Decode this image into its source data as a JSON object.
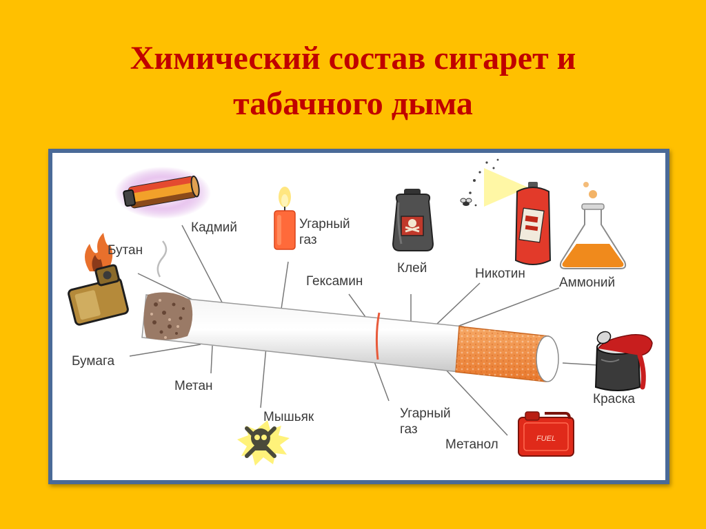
{
  "title": {
    "line1": "Химический состав сигарет и",
    "line2": "табачного дыма"
  },
  "labels": {
    "kadmiy": "Кадмий",
    "ugarny_gaz_top_1": "Угарный",
    "ugarny_gaz_top_2": "газ",
    "butan": "Бутан",
    "geksamin": "Гексамин",
    "kley": "Клей",
    "nikotin": "Никотин",
    "ammoniy": "Аммоний",
    "bumaga": "Бумага",
    "metan": "Метан",
    "myshyak": "Мышьяк",
    "ugarny_gaz_bottom_1": "Угарный",
    "ugarny_gaz_bottom_2": "газ",
    "metanol": "Метанол",
    "kraska": "Краска"
  },
  "icons": [
    "battery-icon",
    "candle-icon",
    "lighter-icon",
    "glue-bottle-icon",
    "spray-can-icon",
    "flask-icon",
    "paint-can-icon",
    "skull-icon",
    "fuel-can-icon"
  ],
  "colors": {
    "background": "#ffc000",
    "title": "#c00000",
    "frame_border": "#4a6a98",
    "filter": "#f08a3c"
  }
}
